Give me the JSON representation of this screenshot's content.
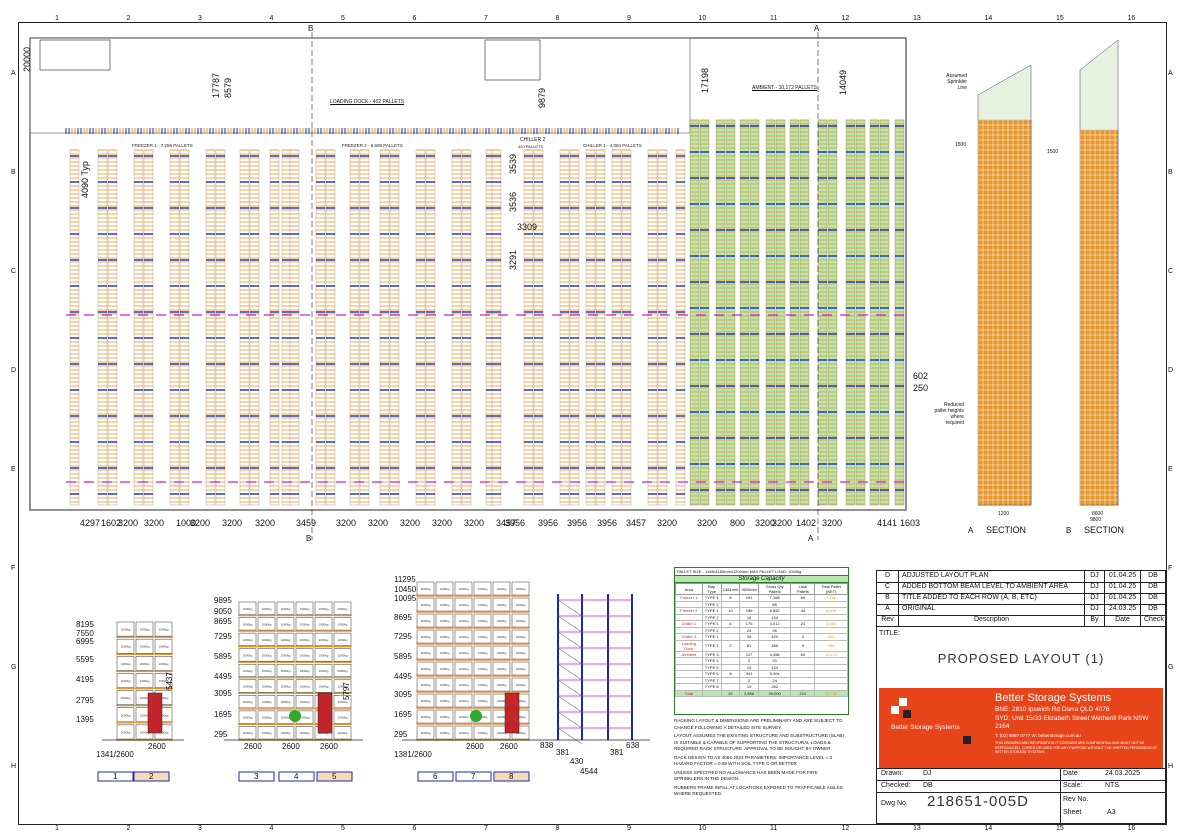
{
  "header": {
    "grid_cols": [
      "1",
      "2",
      "3",
      "4",
      "5",
      "6",
      "7",
      "8",
      "9",
      "10",
      "11",
      "12",
      "13",
      "14",
      "15",
      "16"
    ],
    "grid_rows": [
      "A",
      "B",
      "C",
      "D",
      "E",
      "F",
      "G",
      "H"
    ]
  },
  "plan": {
    "loading_dock": "LOADING DOCK - 402 PALLETS",
    "ambient_label": "AMBIENT - 10,172 PALLETS",
    "freezer1": "FREEZER 1 - 7,256 PALLETS",
    "freezer2": "FREEZER 2 - 6,608 PALLETS",
    "chiller1": "CHILLER 1 - 4,084 PALLETS",
    "chiller2": "CHILLER 2",
    "chiller2_sub": "420 PALLETS",
    "section_marker_b": "B",
    "section_marker_a": "A",
    "dims_top": [
      "20000",
      "17787",
      "8579",
      "9879",
      "17198",
      "14049"
    ],
    "dims_left": [
      "4090 Typ"
    ],
    "dims_mid": [
      "3536",
      "3539",
      "3309",
      "3291"
    ],
    "dims_right": [
      "602",
      "250"
    ],
    "bottom_dims": [
      "4297",
      "1602",
      "3200",
      "3200",
      "1000",
      "3200",
      "3200",
      "3200",
      "3459",
      "3200",
      "3200",
      "3200",
      "3200",
      "3200",
      "3457",
      "3956",
      "3956",
      "3956",
      "3956",
      "3457",
      "3200",
      "3200",
      "800",
      "3200",
      "3200",
      "1402",
      "3200",
      "4141",
      "1603"
    ]
  },
  "sections": {
    "sprinkler_note": "Assumed Sprinkler Line",
    "reduced_note": "Reduced pallet heights where required",
    "dim_1500": "1500",
    "dim_a_bottom": "1200",
    "dim_b_bottom_1": "8600",
    "dim_b_bottom_2": "9800",
    "section_a_label": "SECTION",
    "section_a_letter": "A",
    "section_b_label": "SECTION",
    "section_b_letter": "B"
  },
  "elevations": {
    "e1_heights": [
      "8195",
      "7550",
      "6995",
      "5595",
      "4195",
      "2795",
      "1395"
    ],
    "e1_bottom": "1341/2600",
    "e1_dim2": "2600",
    "e1_forklift_dim": "5437",
    "e2_heights": [
      "9895",
      "9050",
      "8695",
      "7295",
      "5895",
      "4495",
      "3095",
      "1695",
      "295"
    ],
    "e2_bottom": [
      "2600",
      "2600",
      "2600"
    ],
    "e2_forklift_dim": "5797",
    "e3_heights": [
      "11295",
      "10450",
      "10095",
      "8695",
      "7295",
      "5895",
      "4495",
      "3095",
      "1695",
      "295"
    ],
    "e3_bottom": [
      "1381/2600",
      "2600",
      "2600"
    ],
    "e4_dims": [
      "838",
      "381",
      "430",
      "381",
      "638",
      "4544"
    ],
    "cell_label": "1000kg",
    "bays": [
      "1",
      "2",
      "3",
      "4",
      "5",
      "6",
      "7",
      "8"
    ]
  },
  "capacity": {
    "header_line": "PALLET SIZE - 1165x1165mmx1200mm     MAX PALLET LOAD: 1000kg",
    "title": "Storage Capacity",
    "columns": [
      "Area",
      "Bay Type",
      "1381mm",
      "2600mm",
      "Gross Qty Pallets",
      "Less Pallets",
      "Total Pallet (NET)"
    ],
    "rows": [
      [
        "Freezer 1",
        "TYPE 1",
        "8",
        "191",
        "7,168",
        "60",
        "7,256"
      ],
      [
        "",
        "TYPE 2",
        "",
        "",
        "88",
        "",
        ""
      ],
      [
        "Freezer 2",
        "TYPE 1",
        "10",
        "186",
        "6,652",
        "44",
        "6,608"
      ],
      [
        "",
        "TYPE 2",
        "",
        "16",
        "144",
        "",
        ""
      ],
      [
        "Chiller 1",
        "TYPE 1",
        "6",
        "175",
        "4,512",
        "24",
        "4,084"
      ],
      [
        "",
        "TYPE 2",
        "",
        "24",
        "96",
        "",
        ""
      ],
      [
        "Chiller 2",
        "TYPE 1",
        "",
        "35",
        "420",
        "0",
        "420"
      ],
      [
        "Loading Dock",
        "TYPE 1",
        "2",
        "81",
        "486",
        "0",
        "486"
      ],
      [
        "Ambient",
        "TYPE 3",
        "",
        "117",
        "4,458",
        "60",
        "10,172"
      ],
      [
        "",
        "TYPE 4",
        "",
        "2",
        "20",
        "",
        ""
      ],
      [
        "",
        "TYPE 5",
        "",
        "15",
        "124",
        "",
        ""
      ],
      [
        "",
        "TYPE 6",
        "8",
        "341",
        "5,304",
        "",
        ""
      ],
      [
        "",
        "TYPE 7",
        "",
        "2",
        "24",
        "",
        ""
      ],
      [
        "",
        "TYPE 8",
        "",
        "19",
        "252",
        "",
        ""
      ],
      [
        "Total",
        "",
        "32",
        "2,898",
        "30,000",
        "212",
        "29,788"
      ]
    ]
  },
  "notes": [
    "RACKING LAYOUT & DIMENSIONS ARE PRELIMINARY AND ARE SUBJECT TO CHANGE FOLLOWING A DETAILED SITE SURVEY.",
    "LAYOUT ASSUMES THE EXISTING STRUCTURE AND SUBSTRUCTURE (SLAB) IS SUITABLE & CAPABLE OF SUPPORTING THE STRUCTURAL LOADS & REQUIRED RACK STRUCTURE. APPROVAL TO BE SOUGHT BY OWNER.",
    "RACK DESIGN TO AS 4084-2023 PARAMETERS: IMPORTANCE LEVEL = 3 HAZARD FACTOR = 0.08 WITH SOIL TYPE C OR BETTER",
    "UNLESS SPECIFIED NO ALLOWANCE HAS BEEN MADE FOR FIRE SPRINKLERS IN THE DESIGN.",
    "RUBBERS FRAME INFILL AT LOCATIONS EXPOSED TO TRAFFICABLE AISLES WHERE REQUESTED."
  ],
  "title_block": {
    "revisions": [
      {
        "rev": "D",
        "desc": "ADJUSTED LAYOUT PLAN",
        "by": "DJ",
        "date": "01.04.25",
        "check": "DB"
      },
      {
        "rev": "C",
        "desc": "ADDED BOTTOM BEAM LEVEL TO AMBIENT AREA",
        "by": "DJ",
        "date": "01.04.25",
        "check": "DB"
      },
      {
        "rev": "B",
        "desc": "TITLE ADDED TO EACH ROW (A, B, ETC)",
        "by": "DJ",
        "date": "01.04.25",
        "check": "DB"
      },
      {
        "rev": "A",
        "desc": "ORIGINAL",
        "by": "DJ",
        "date": "24.03.25",
        "check": "DB"
      }
    ],
    "rev_header": {
      "rev": "Rev",
      "desc": "Description",
      "by": "By",
      "date": "Date",
      "check": "Check"
    },
    "title_label": "TITLE:",
    "title": "PROPOSED LAYOUT (1)",
    "company": "Better Storage Systems",
    "logo_text": "Better Storage Systems",
    "address1": "BNE: 2810 Ipswich Rd Darra QLD 4076",
    "address2": "SYD: Unit 15/33 Elizabeth Street Wetherill Park NSW 2164",
    "phone": "T: (02) 8987 0777   W: betterstorage.com.au",
    "disclaimer": "THIS DRAWING AND INFORMATION IT CONTAINS ARE CONFIDENTIAL AND MUST NOT BE REPRODUCED, COPIED OR USED FOR ANY PURPOSE WITHOUT THE WRITTEN PERMISSION OF BETTER STORAGE SYSTEMS",
    "drawn_label": "Drawn:",
    "drawn": "DJ",
    "checked_label": "Checked:",
    "checked": "DB",
    "dwgno_label": "Dwg No.",
    "dwgno": "218651-005D",
    "date_label": "Date",
    "date": "24.03.2025",
    "scale_label": "Scale:",
    "scale": "NTS",
    "revno_label": "Rev No.",
    "revno": "",
    "sheet_label": "Sheet",
    "sheet": "A3"
  },
  "colors": {
    "rack_orange": "#e8962a",
    "beam_blue": "#1a2ca8",
    "magenta": "#d41cc8",
    "green_fill": "#b8e6b0",
    "brand_red": "#e8441a"
  }
}
